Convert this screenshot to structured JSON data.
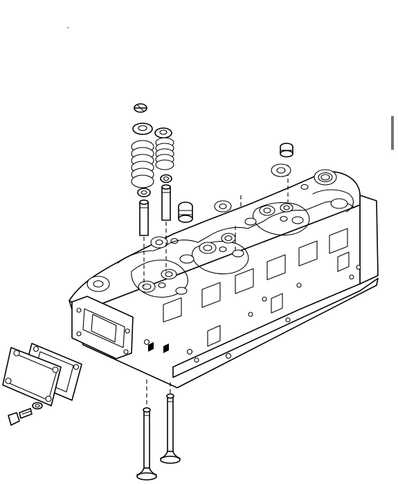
{
  "diagram": {
    "line_color": "#000000",
    "background": "#ffffff",
    "parts": [
      "retainer-keys",
      "valve-spring-retainer",
      "valve-spring",
      "valve-stem-seal",
      "valve-guide",
      "plug",
      "cylinder-head",
      "cover-plate",
      "cover-gasket",
      "washer",
      "bolt",
      "intake-valve",
      "exhaust-valve"
    ]
  }
}
